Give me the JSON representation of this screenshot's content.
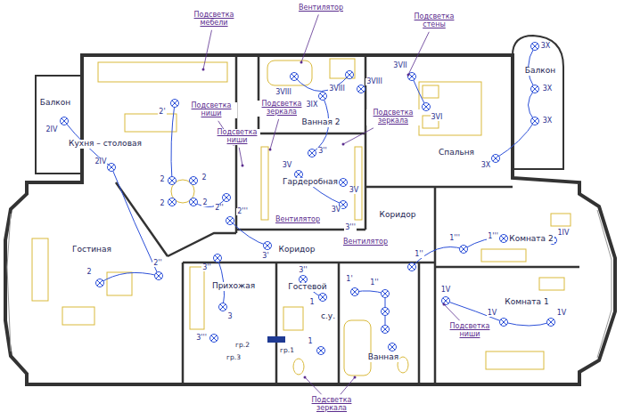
{
  "diagram": {
    "labels": [
      "Подсветка мебели",
      "Вентилятор",
      "Подсветка стены",
      "Балкон",
      "Балкон",
      "Кухня – столовая",
      "Подсветка ниши",
      "Подсветка зеркала",
      "Подсветка ниши",
      "Ванная 2",
      "Подсветка зеркала",
      "Спальня",
      "Гардеробная",
      "Вентилятор",
      "Коридор",
      "Комната 2",
      "Гостиная",
      "Коридор",
      "Вентилятор",
      "Прихожая",
      "Гостевой",
      "с.у.",
      "Ванная",
      "Комната 1",
      "Подсветка ниши",
      "гр.2",
      "гр.3",
      "гр.1",
      "Подсветка зеркала",
      "2IV",
      "2IV",
      "2'",
      "2",
      "2",
      "2",
      "2",
      "2''",
      "2'''",
      "2",
      "2''",
      "3VIII",
      "3VIII",
      "3VIII",
      "3IX",
      "3VII",
      "3VI",
      "3X",
      "3X",
      "3X",
      "3X",
      "3''",
      "3V",
      "3V",
      "3V",
      "3'''",
      "3'",
      "3''",
      "3'''",
      "3",
      "3''",
      "1",
      "1",
      "1'",
      "1''",
      "1''",
      "1'''",
      "1'''",
      "1IV",
      "1V",
      "1V",
      "1V"
    ]
  }
}
